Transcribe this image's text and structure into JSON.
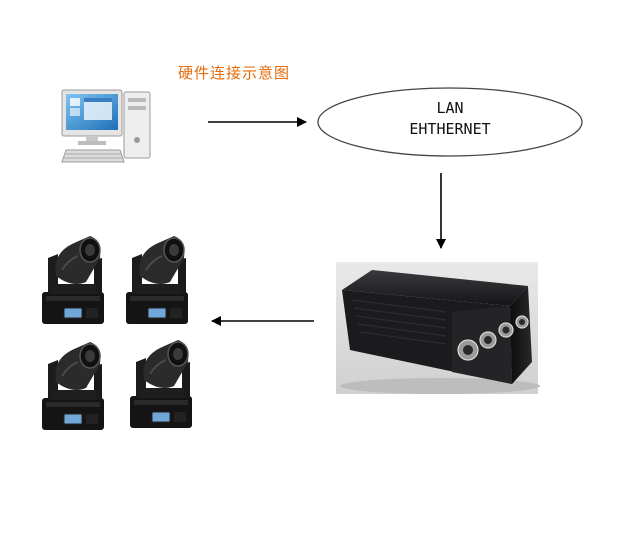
{
  "diagram": {
    "title": "硬件连接示意图",
    "network": {
      "line1": "LAN",
      "line2": "EHTHERNET"
    },
    "nodes": [
      {
        "id": "computer",
        "icon": "desktop-computer-icon"
      },
      {
        "id": "network",
        "icon": "ellipse"
      },
      {
        "id": "controller",
        "icon": "dmx-controller-box-icon"
      },
      {
        "id": "fixtures",
        "icon": "moving-head-light-icon",
        "count": 4
      }
    ],
    "edges": [
      {
        "from": "computer",
        "to": "network"
      },
      {
        "from": "network",
        "to": "controller"
      },
      {
        "from": "controller",
        "to": "fixtures"
      }
    ]
  }
}
